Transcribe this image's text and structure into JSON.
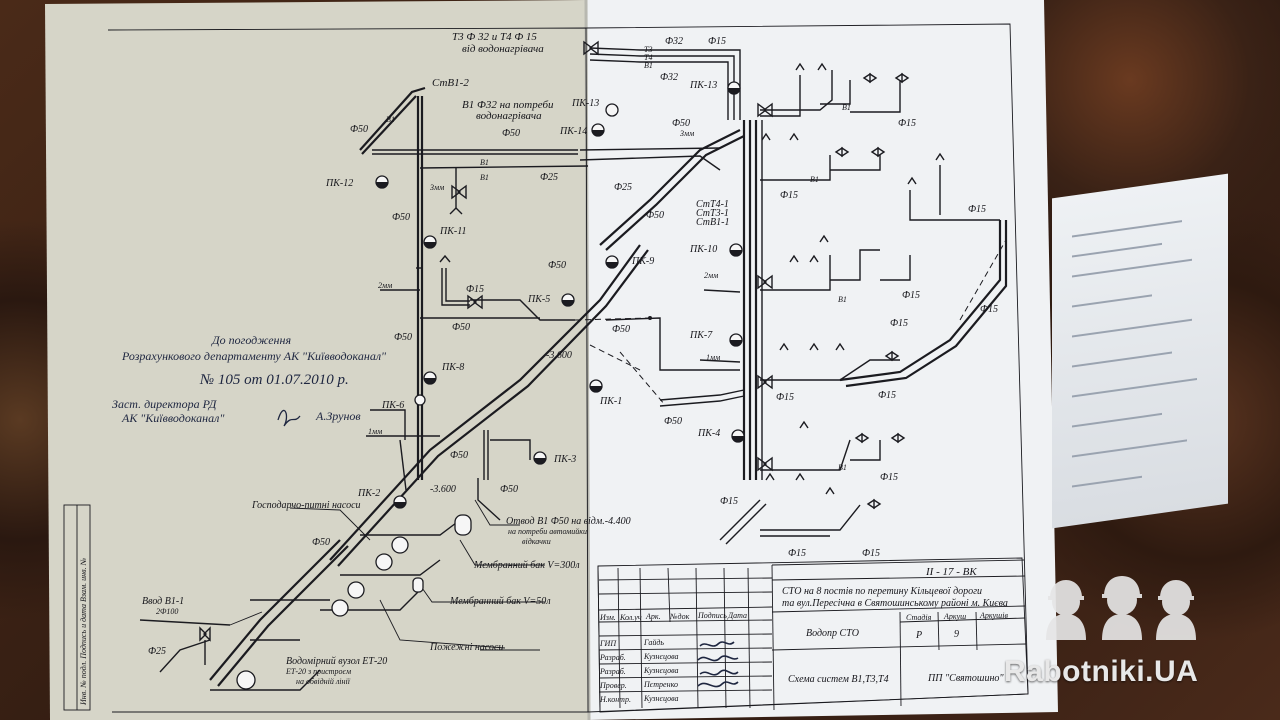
{
  "left_labels": {
    "t3_t4": "Т3 Ф 32 и Т4 Ф 15",
    "from_heater": "від водонагрівача",
    "b1_phi32": "В1 Ф32 на потреби",
    "heater": "водонагрівача",
    "stv1_2": "СтВ1-2",
    "pk12": "ПК-12",
    "pk11": "ПК-11",
    "pk8": "ПК-8",
    "pk6": "ПК-6",
    "pk5": "ПК-5",
    "pk3": "ПК-3",
    "pk2": "ПК-2",
    "pk13": "ПК-13",
    "pk14": "ПК-14",
    "phi50": "Ф50",
    "phi15": "Ф15",
    "phi25": "Ф25",
    "b1": "В1",
    "sink3": "3мм",
    "sink2": "2мм",
    "sink1": "1мм",
    "level_a": "-3.600",
    "level_b": "-3.600",
    "pumps": "Господарчо-питні насоси",
    "membrane1": "Мембранний бак V=300л",
    "membrane2": "Мембранний бак V=50л",
    "fire_pumps": "Пожежні насоси",
    "inlet": "Ввод В1-1",
    "inlet_dim": "2Ф100",
    "meter": "Водомірний вузол ЕТ-20",
    "meter2": "ЕТ-20 з пристроєм",
    "meter3": "на обвідній лінії",
    "outlet": "Отвод В1 Ф50 на вiдм.-4.400",
    "outlet2": "на потреби автомийки",
    "outlet3": "вiдкачки",
    "approval_title": "До погодження",
    "approval_dept": "Розрахункового департаменту АК \"Київводоканал\"",
    "approval_no": "№ 105 от 01.07.2010 р.",
    "approval_sign": "Заст. директора РД",
    "approval_org": "АК \"Київводоканал\"",
    "approval_name": "А.Зрунов",
    "stamp_side": "Инв. № подл.   Подпись и дата   Взам. инв. №"
  },
  "right_labels": {
    "phi32": "Ф32",
    "phi15": "Ф15",
    "phi50": "Ф50",
    "phi25": "Ф25",
    "pk13": "ПК-13",
    "pk10": "ПК-10",
    "pk9": "ПК-9",
    "pk7": "ПК-7",
    "pk4": "ПК-4",
    "pk1": "ПК-1",
    "stt4": "СтТ4-1",
    "stt3": "СтТ3-1",
    "stb1": "СтВ1-1",
    "b1": "В1",
    "t3": "Т3",
    "t4": "Т4",
    "sink3": "3мм",
    "sink2": "2мм",
    "sink1": "1мм"
  },
  "title_block": {
    "code": "II - 17 - ВК",
    "project": "СТО на 8 постів по перетину Кільцевої дороги",
    "project2": "та вул.Пересічна в Святошинському районі м. Києва",
    "sheet_name": "Водопр СТО",
    "scheme": "Схема систем В1,Т3,Т4",
    "stage_h": "Стадія",
    "sheet_h": "Аркуш",
    "sheets_h": "Аркушів",
    "stage": "Р",
    "sheet": "9",
    "company": "ПП \"Святошино\"",
    "col_izm": "Изм.",
    "col_kol": "Кол.уч",
    "col_list": "Арк.",
    "col_doc": "№док",
    "col_sign": "Подпись",
    "col_date": "Дата",
    "r1": "ГИП",
    "r1n": "Гайдь",
    "r2": "Разраб.",
    "r2n": "Кузнєцова",
    "r3": "Разраб.",
    "r3n": "Кузнєцова",
    "r4": "Провер.",
    "r4n": "Пєтренко",
    "r5": "Н.контр.",
    "r5n": "Кузнєцова"
  },
  "logo": {
    "text": "Rabotniki.UA"
  }
}
